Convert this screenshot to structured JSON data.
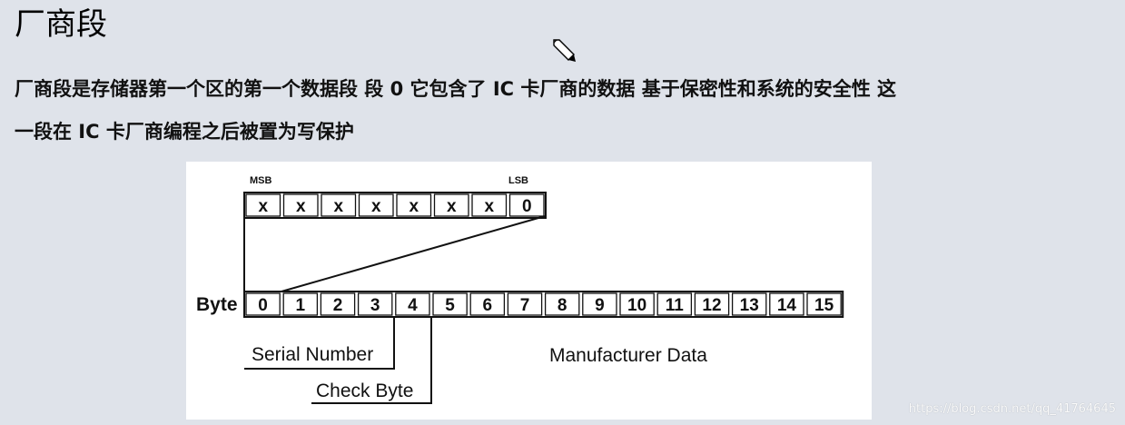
{
  "page": {
    "title": "厂商段",
    "paragraph_line_1": "厂商段是存储器第一个区的第一个数据段 段 0 它包含了 IC 卡厂商的数据 基于保密性和系统的安全性 这",
    "paragraph_line_2": "一段在 IC 卡厂商编程之后被置为写保护",
    "watermark": "https://blog.csdn.net/qq_41764645"
  },
  "diagram": {
    "msb_label": "MSB",
    "lsb_label": "LSB",
    "top_bits": [
      "x",
      "x",
      "x",
      "x",
      "x",
      "x",
      "x",
      "0"
    ],
    "byte_label": "Byte",
    "bytes": [
      "0",
      "1",
      "2",
      "3",
      "4",
      "5",
      "6",
      "7",
      "8",
      "9",
      "10",
      "11",
      "12",
      "13",
      "14",
      "15"
    ],
    "serial_number_label": "Serial Number",
    "check_byte_label": "Check Byte",
    "manufacturer_data_label": "Manufacturer Data"
  },
  "icons": {
    "cursor": "pencil-cursor-icon"
  },
  "colors": {
    "page_background": "#dfe3ea",
    "figure_background": "#ffffff",
    "line_color": "#111111"
  }
}
